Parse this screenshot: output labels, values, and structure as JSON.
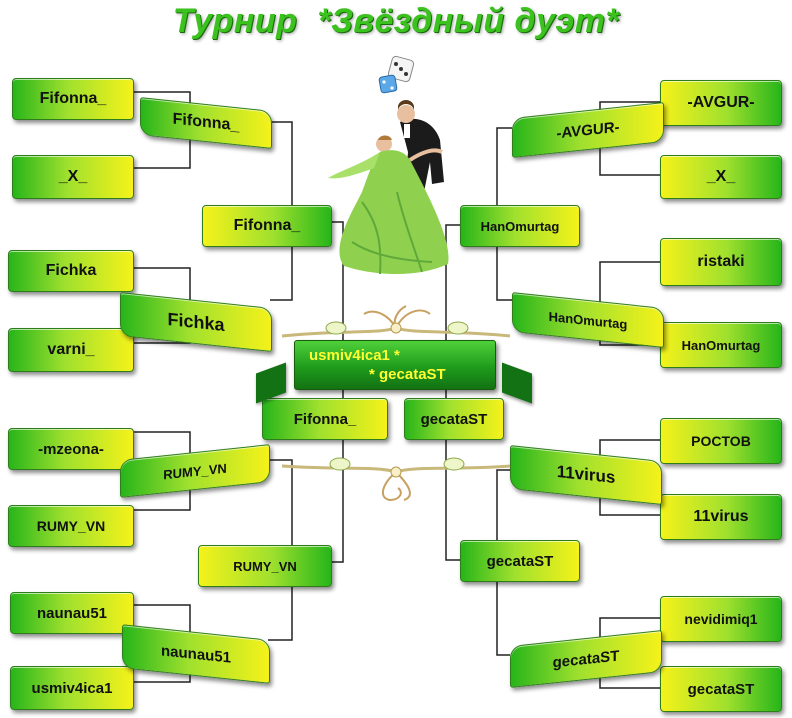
{
  "title": "Турнир  *Звёздный дуэт*",
  "rounds": {
    "left_r1": [
      "Fifonna_",
      "_X_",
      "Fichka",
      "varni_",
      "-mzeona-",
      "RUMY_VN",
      "naunau51",
      "usmiv4ica1"
    ],
    "left_r2": [
      "Fifonna_",
      "Fichka",
      "RUMY_VN",
      "naunau51"
    ],
    "left_r3": [
      "Fifonna_",
      "RUMY_VN"
    ],
    "left_final": "Fifonna_",
    "right_r1": [
      "-AVGUR-",
      "_X_",
      "ristaki",
      "HanOmurtag",
      "POCTOB",
      "11virus",
      "nevidimiq1",
      "gecataST"
    ],
    "right_r2": [
      "-AVGUR-",
      "HanOmurtag",
      "11virus",
      "gecataST"
    ],
    "right_r3": [
      "HanOmurtag",
      "gecataST"
    ],
    "right_final": "gecataST"
  },
  "winner": {
    "line1": "usmiv4ica1 *",
    "line2": "* gecataST"
  },
  "colors": {
    "title": "#3cc21f",
    "flag_green": "#27b51a",
    "flag_yellow": "#f5f21a",
    "banner_text": "#ffff33",
    "line": "#222222"
  },
  "icons": {
    "dancers": "ballroom-dancers-icon",
    "dice": "dice-icon",
    "ornament": "floral-vine-icon"
  }
}
